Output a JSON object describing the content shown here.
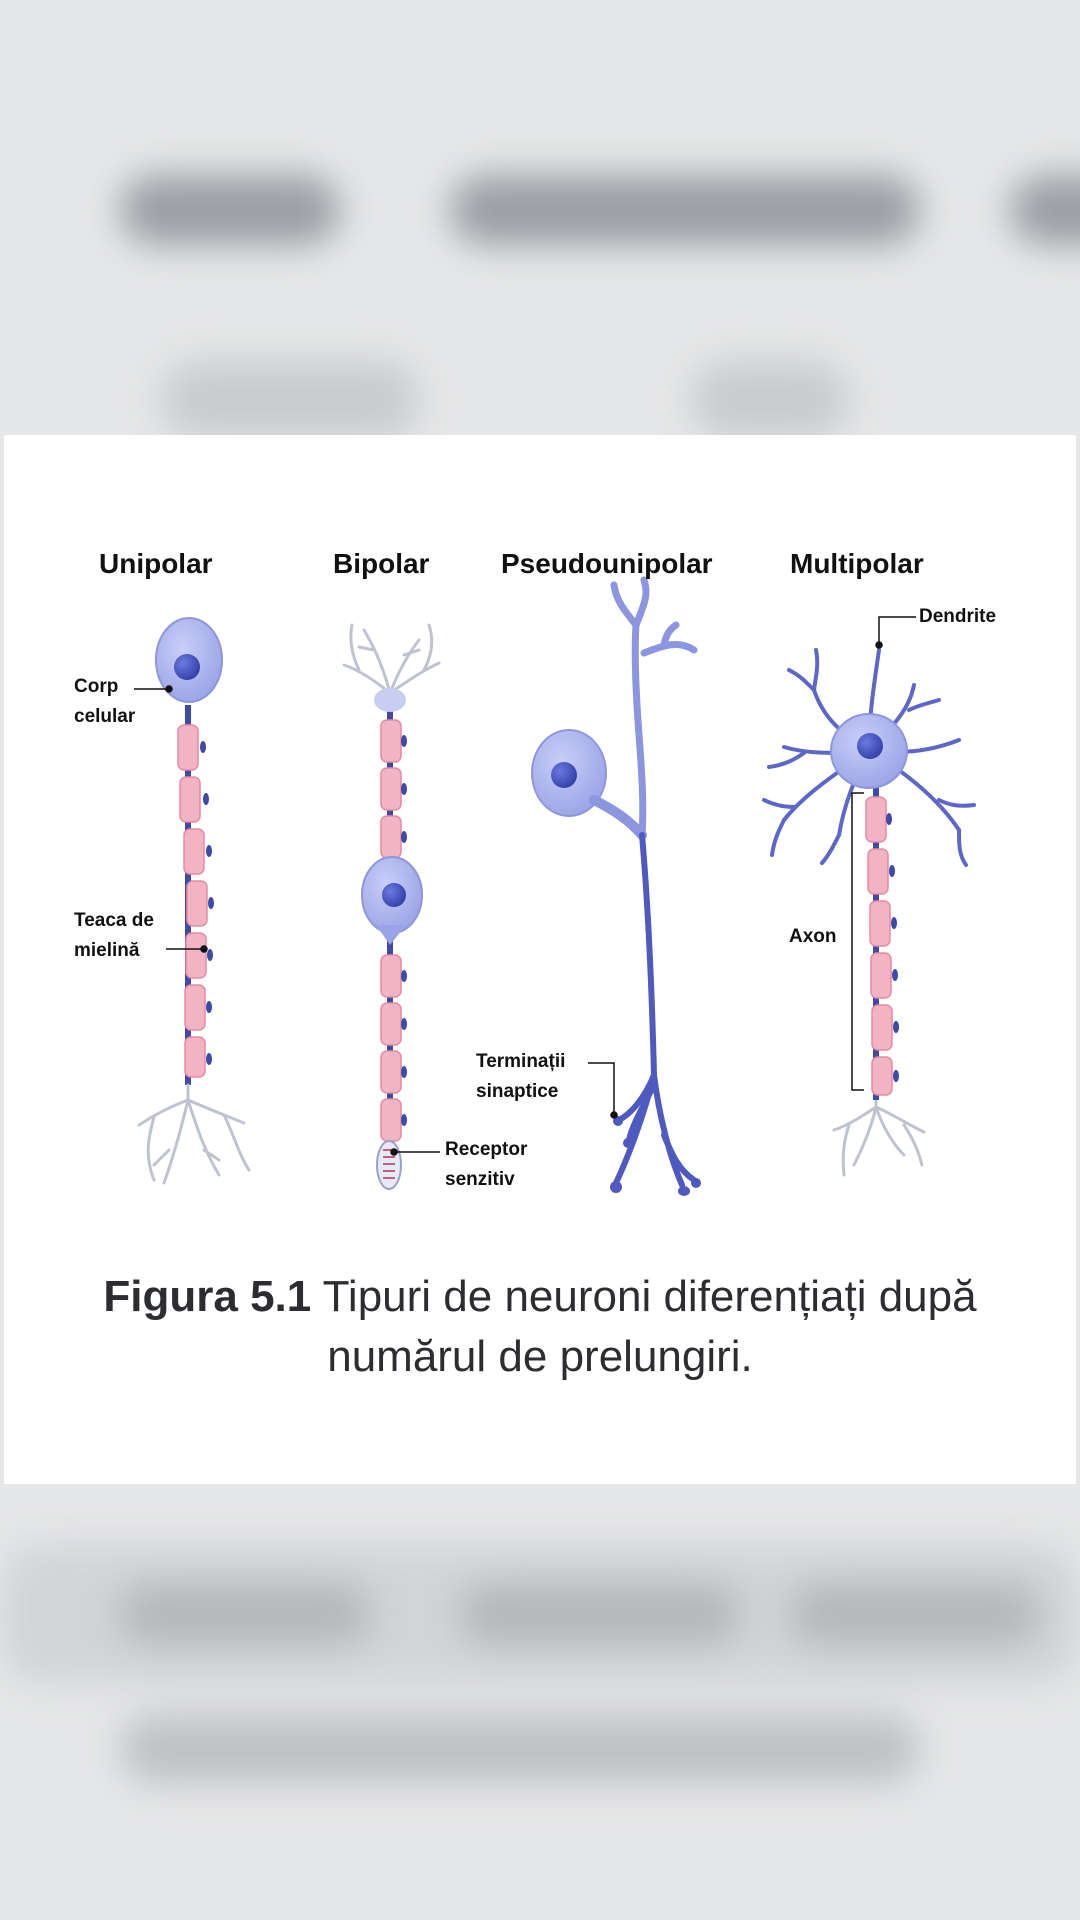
{
  "figure": {
    "neuron_types": [
      "Unipolar",
      "Bipolar",
      "Pseudounipolar",
      "Multipolar"
    ],
    "labels": {
      "corp_celular": "Corp\ncelular",
      "teaca_de_mielina": "Teaca de\nmielină",
      "receptor_senzitiv": "Receptor\nsenzitiv",
      "terminatii_sinaptice": "Terminații\nsinaptice",
      "dendrite": "Dendrite",
      "axon": "Axon"
    },
    "caption": {
      "number": "Figura 5.1",
      "text": " Tipuri de neuroni diferențiați după numărul de prelungiri."
    }
  },
  "colors": {
    "soma": "#aeb6ee",
    "nucleus": "#4a56c4",
    "axon": "#3e4aa8",
    "myelin": "#f2b3c2",
    "dendrite": "#5c67c9",
    "pseudo": "#8b95e0"
  }
}
